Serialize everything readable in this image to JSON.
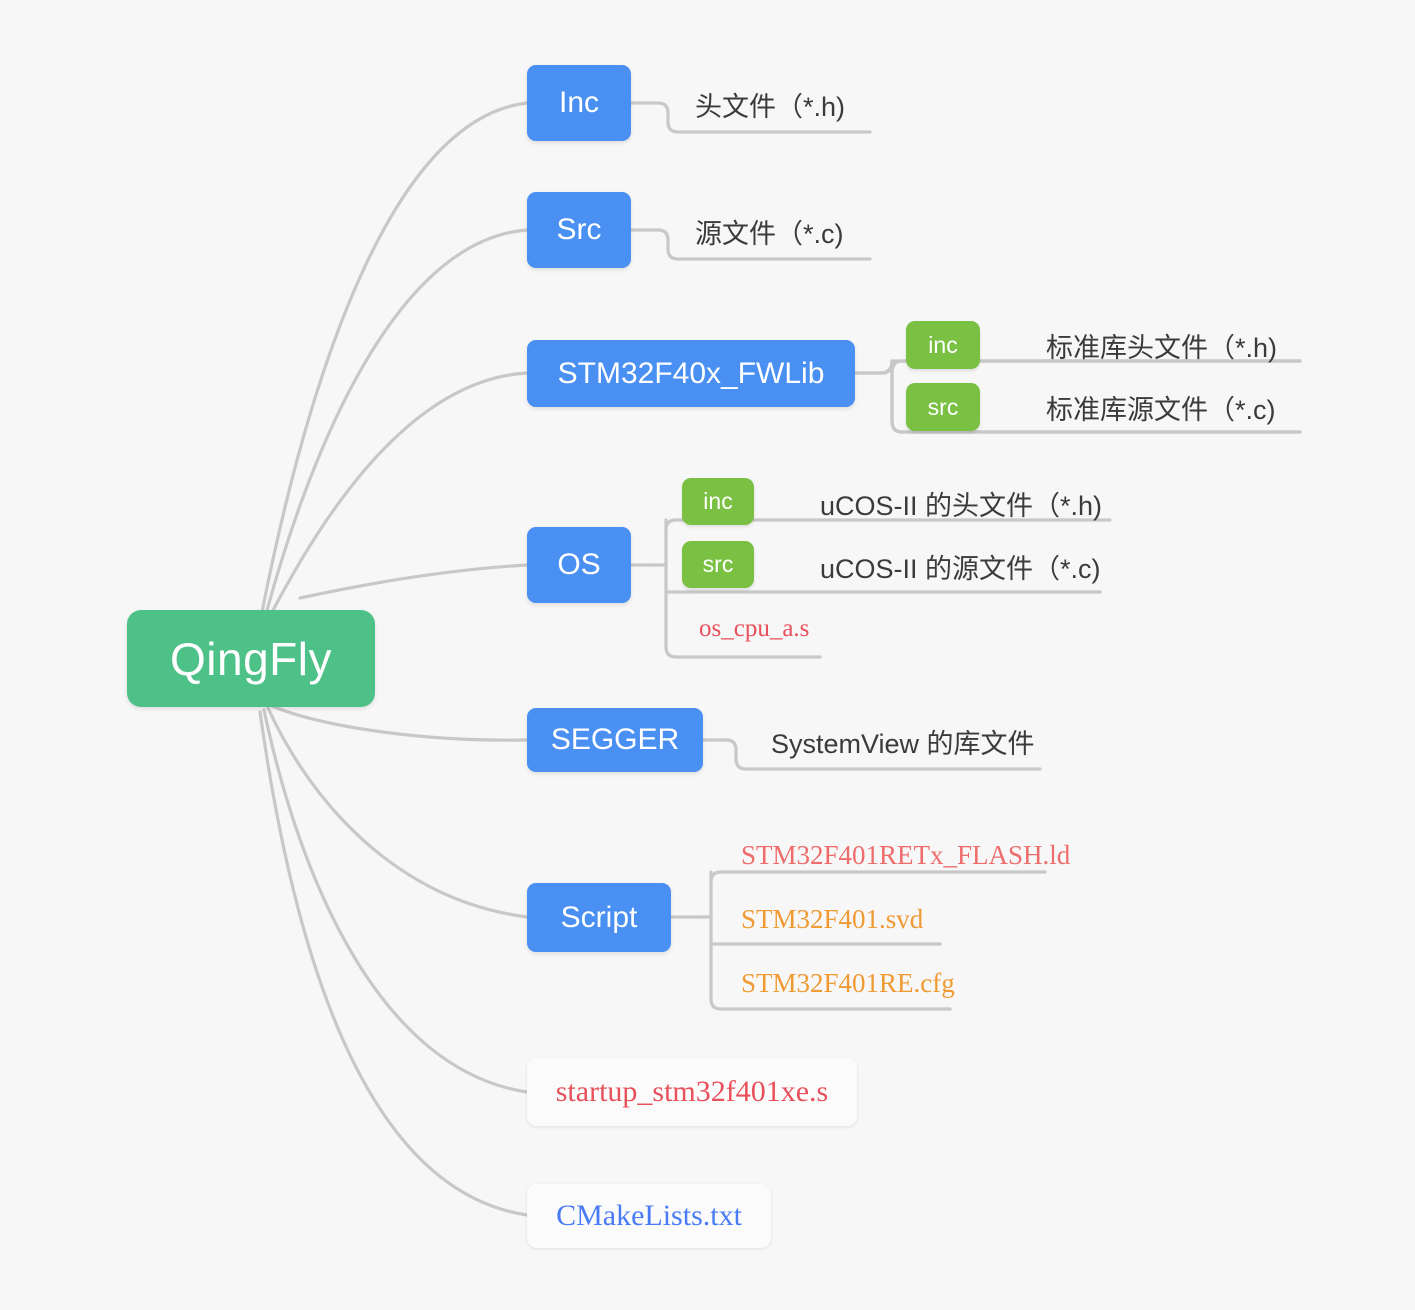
{
  "diagram": {
    "type": "mindmap",
    "title": "QingFly project structure",
    "background": "#f7f7f7",
    "colors": {
      "root": "#4ec189",
      "folder": "#4a90f2",
      "subfolder": "#7ac143",
      "link": "#c8c8c8",
      "text_dark": "#3b3b3b",
      "file_red": "#e8505b",
      "file_salmon": "#ef6c6c",
      "file_orange": "#f09a33",
      "file_blue": "#4a7bf7"
    }
  },
  "root": {
    "label": "QingFly"
  },
  "branches": [
    {
      "id": "inc",
      "label": "Inc",
      "kind": "folder",
      "children": [
        {
          "id": "inc-desc",
          "label": "头文件（*.h)",
          "kind": "note"
        }
      ]
    },
    {
      "id": "src",
      "label": "Src",
      "kind": "folder",
      "children": [
        {
          "id": "src-desc",
          "label": "源文件（*.c)",
          "kind": "note"
        }
      ]
    },
    {
      "id": "fwlib",
      "label": "STM32F40x_FWLib",
      "kind": "folder",
      "children": [
        {
          "id": "fwlib-inc",
          "label": "inc",
          "kind": "subfolder",
          "note": "标准库头文件（*.h)"
        },
        {
          "id": "fwlib-src",
          "label": "src",
          "kind": "subfolder",
          "note": "标准库源文件（*.c)"
        }
      ]
    },
    {
      "id": "os",
      "label": "OS",
      "kind": "folder",
      "children": [
        {
          "id": "os-inc",
          "label": "inc",
          "kind": "subfolder",
          "note": "uCOS-II 的头文件（*.h)"
        },
        {
          "id": "os-src",
          "label": "src",
          "kind": "subfolder",
          "note": "uCOS-II 的源文件（*.c)"
        },
        {
          "id": "os-cpu",
          "label": "os_cpu_a.s",
          "kind": "file",
          "color": "#e8505b"
        }
      ]
    },
    {
      "id": "segger",
      "label": "SEGGER",
      "kind": "folder",
      "children": [
        {
          "id": "segger-desc",
          "label": "SystemView 的库文件",
          "kind": "note"
        }
      ]
    },
    {
      "id": "script",
      "label": "Script",
      "kind": "folder",
      "children": [
        {
          "id": "script-ld",
          "label": "STM32F401RETx_FLASH.ld",
          "kind": "file",
          "color": "#ef6c6c"
        },
        {
          "id": "script-svd",
          "label": "STM32F401.svd",
          "kind": "file",
          "color": "#f09a33"
        },
        {
          "id": "script-cfg",
          "label": "STM32F401RE.cfg",
          "kind": "file",
          "color": "#f09a33"
        }
      ]
    },
    {
      "id": "startup",
      "label": "startup_stm32f401xe.s",
      "kind": "filebox",
      "color": "#e8505b",
      "children": []
    },
    {
      "id": "cmake",
      "label": "CMakeLists.txt",
      "kind": "filebox",
      "color": "#4a7bf7",
      "children": []
    }
  ]
}
